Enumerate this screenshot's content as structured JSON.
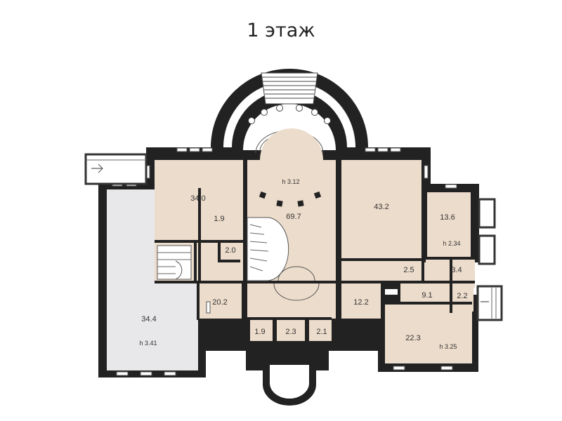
{
  "title": "1 этаж",
  "rooms": {
    "r34_0": "34.0",
    "r1_9a": "1.9",
    "r69_7": "69.7",
    "h_main": "h 3.12",
    "r43_2": "43.2",
    "r13_6": "13.6",
    "h_13_6": "h 2.34",
    "r2_0": "2.0",
    "r2_5": "2.5",
    "r3_4": "3.4",
    "r9_1": "9.1",
    "r2_2": "2.2",
    "r20_2": "20.2",
    "r12_2": "12.2",
    "r1_9b": "1.9",
    "r2_3": "2.3",
    "r2_1": "2.1",
    "r34_4": "34.4",
    "h_34_4": "h 3.41",
    "r22_3": "22.3",
    "h_22_3": "h 3.25"
  }
}
